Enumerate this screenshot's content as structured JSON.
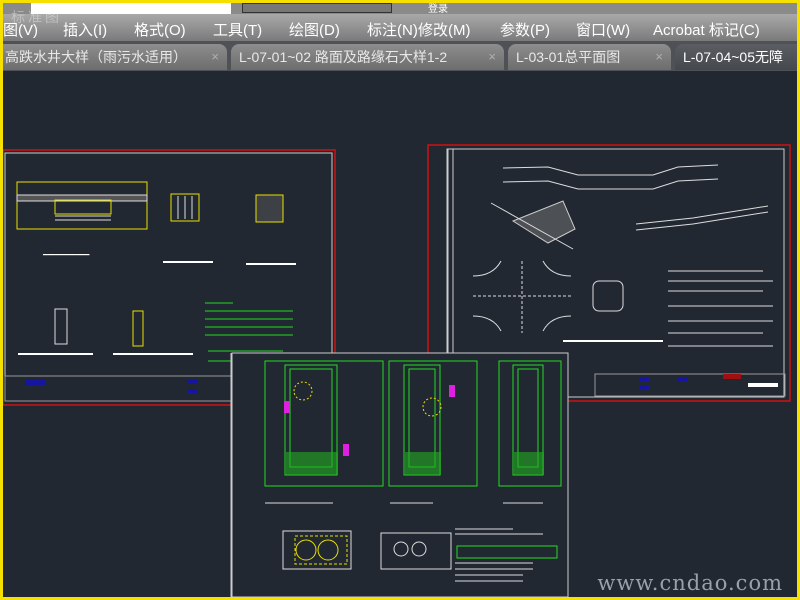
{
  "top_strip": {
    "user_label": "登录"
  },
  "watermark_top": "标准图",
  "menu": [
    "图(V)",
    "插入(I)",
    "格式(O)",
    "工具(T)",
    "绘图(D)",
    "标注(N)",
    "修改(M)",
    "参数(P)",
    "窗口(W)",
    "Acrobat 标记(C)"
  ],
  "tabs": [
    {
      "label": "高跌水井大样（雨污水适用）",
      "active": false
    },
    {
      "label": "L-07-01~02 路面及路缘石大样1-2",
      "active": false
    },
    {
      "label": "L-03-01总平面图",
      "active": false
    },
    {
      "label": "L-07-04~05无障",
      "active": true
    }
  ],
  "close_glyph": "×",
  "watermark": "www.cndao.com",
  "colors": {
    "canvas": "#222831",
    "border_yellow": "#f5e000",
    "sheet_red": "#d01010",
    "cad_green": "#22dd22",
    "cad_yellow": "#e8e000",
    "cad_magenta": "#e020e0"
  }
}
